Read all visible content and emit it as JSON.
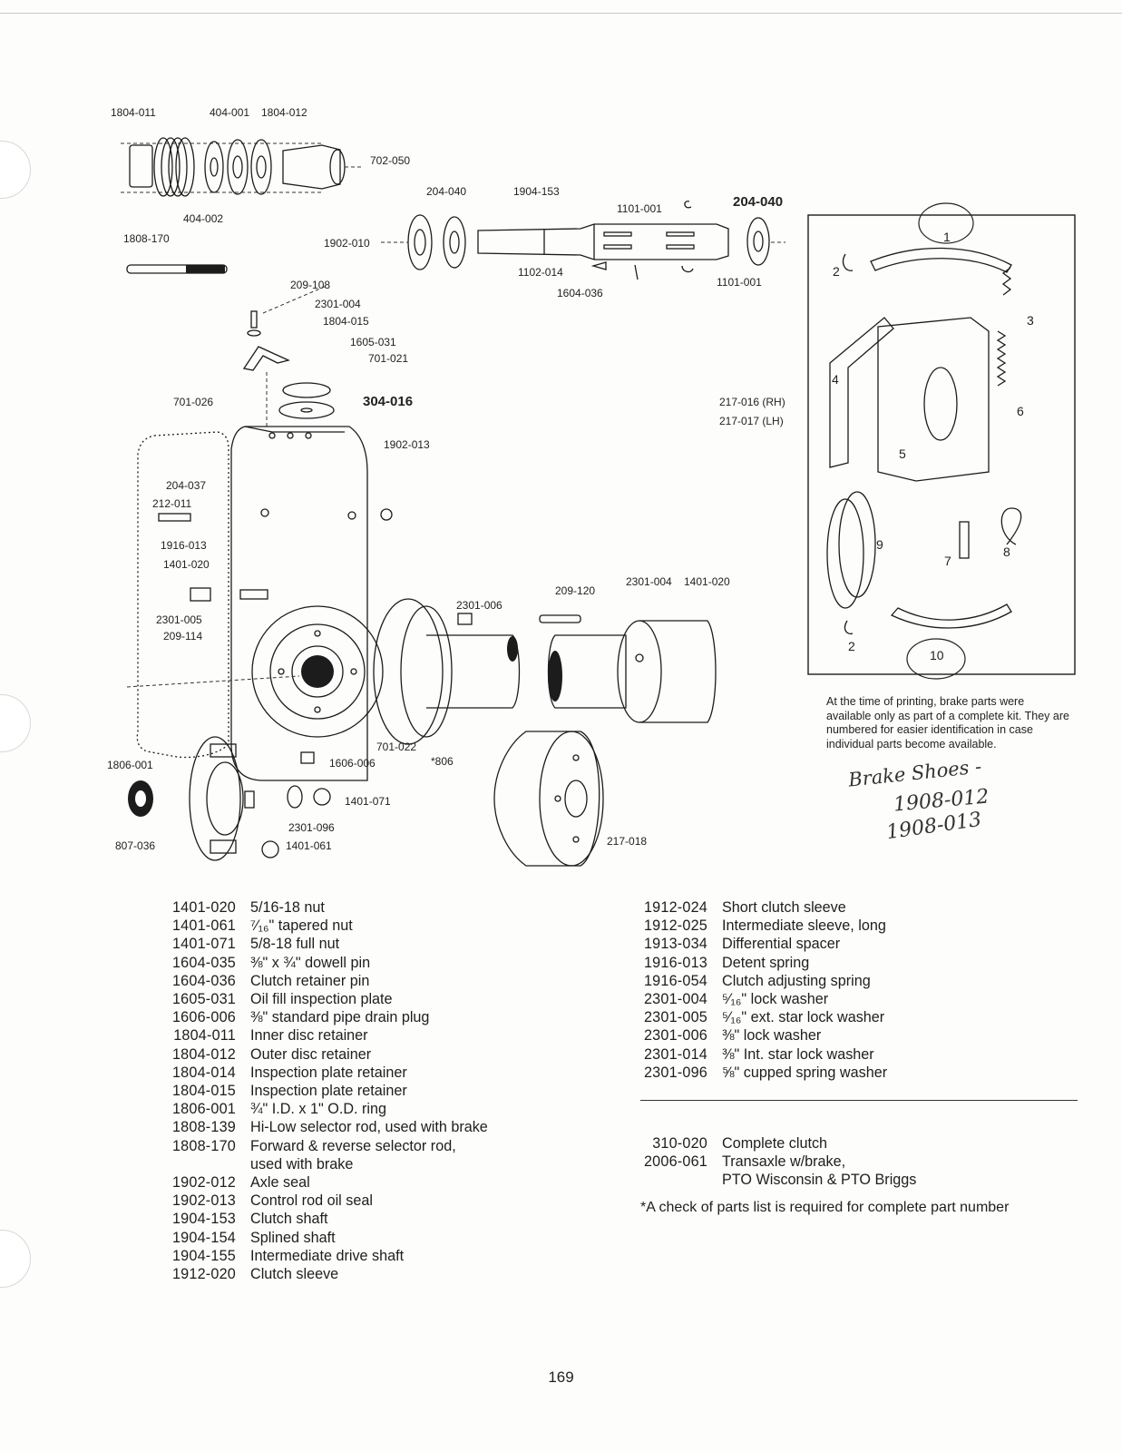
{
  "diagram": {
    "callouts": {
      "c1804_011": "1804-011",
      "c404_001": "404-001",
      "c1804_012": "1804-012",
      "c702_050": "702-050",
      "c404_002": "404-002",
      "c1808_170": "1808-170",
      "c204_040a": "204-040",
      "c1904_153": "1904-153",
      "c1101_001a": "1101-001",
      "c204_040b": "204-040",
      "c1902_010": "1902-010",
      "c1102_014": "1102-014",
      "c1604_036": "1604-036",
      "c1101_001b": "1101-001",
      "c209_108": "209-108",
      "c2301_004a": "2301-004",
      "c1804_015": "1804-015",
      "c1605_031": "1605-031",
      "c701_021": "701-021",
      "c701_026": "701-026",
      "c304_016": "304-016",
      "c1902_013": "1902-013",
      "c204_037": "204-037",
      "c212_011": "212-011",
      "c1916_013": "1916-013",
      "c1401_020a": "1401-020",
      "c2301_005": "2301-005",
      "c209_114": "209-114",
      "c2301_006": "2301-006",
      "c209_120": "209-120",
      "c2301_004b": "2301-004",
      "c1401_020b": "1401-020",
      "c701_022": "701-022",
      "c806": "*806",
      "c1806_001": "1806-001",
      "c1606_006": "1606-006",
      "c1401_071": "1401-071",
      "c2301_096": "2301-096",
      "c807_036": "807-036",
      "c1401_061": "1401-061",
      "c217_018": "217-018",
      "c217_016": "217-016 (RH)",
      "c217_017": "217-017 (LH)"
    },
    "brake_kit_numbers": [
      "1",
      "2",
      "3",
      "4",
      "5",
      "6",
      "7",
      "8",
      "9",
      "2",
      "10"
    ]
  },
  "brake_note": "At the time of printing, brake parts were available only as part of a complete kit. They are numbered for easier identification in case individual parts become available.",
  "handwritten": {
    "line1": "Brake Shoes -",
    "line2": "1908-012",
    "line3": "1908-013"
  },
  "parts_left": [
    {
      "pn": "1401-020",
      "desc": "5/16-18 nut"
    },
    {
      "pn": "1401-061",
      "desc": "⁷⁄₁₆\" tapered nut"
    },
    {
      "pn": "1401-071",
      "desc": "5/8-18 full nut"
    },
    {
      "pn": "1604-035",
      "desc": "⅜\" x ¾\" dowell pin"
    },
    {
      "pn": "1604-036",
      "desc": "Clutch retainer pin"
    },
    {
      "pn": "1605-031",
      "desc": "Oil fill inspection plate"
    },
    {
      "pn": "1606-006",
      "desc": "⅜\" standard pipe drain plug"
    },
    {
      "pn": "1804-011",
      "desc": "Inner disc retainer"
    },
    {
      "pn": "1804-012",
      "desc": "Outer disc retainer"
    },
    {
      "pn": "1804-014",
      "desc": "Inspection plate retainer"
    },
    {
      "pn": "1804-015",
      "desc": "Inspection plate retainer"
    },
    {
      "pn": "1806-001",
      "desc": "¾\" I.D. x 1\" O.D. ring"
    },
    {
      "pn": "1808-139",
      "desc": "Hi-Low selector rod, used with brake"
    },
    {
      "pn": "1808-170",
      "desc": "Forward & reverse selector rod,",
      "desc2": "used with brake"
    },
    {
      "pn": "1902-012",
      "desc": "Axle seal"
    },
    {
      "pn": "1902-013",
      "desc": "Control rod oil seal"
    },
    {
      "pn": "1904-153",
      "desc": "Clutch shaft"
    },
    {
      "pn": "1904-154",
      "desc": "Splined shaft"
    },
    {
      "pn": "1904-155",
      "desc": "Intermediate drive shaft"
    },
    {
      "pn": "1912-020",
      "desc": "Clutch sleeve"
    }
  ],
  "parts_right": [
    {
      "pn": "1912-024",
      "desc": "Short clutch sleeve"
    },
    {
      "pn": "1912-025",
      "desc": "Intermediate sleeve, long"
    },
    {
      "pn": "1913-034",
      "desc": "Differential spacer"
    },
    {
      "pn": "1916-013",
      "desc": "Detent spring"
    },
    {
      "pn": "1916-054",
      "desc": "Clutch adjusting spring"
    },
    {
      "pn": "2301-004",
      "desc": "⁵⁄₁₆\" lock washer"
    },
    {
      "pn": "2301-005",
      "desc": "⁵⁄₁₆\" ext. star lock washer"
    },
    {
      "pn": "2301-006",
      "desc": "⅜\" lock washer"
    },
    {
      "pn": "2301-014",
      "desc": "⅜\" Int. star lock washer"
    },
    {
      "pn": "2301-096",
      "desc": "⅝\" cupped spring washer"
    }
  ],
  "kits": [
    {
      "pn": "310-020",
      "desc": "Complete clutch"
    },
    {
      "pn": "2006-061",
      "desc": "Transaxle w/brake,",
      "desc2": "PTO Wisconsin & PTO Briggs"
    }
  ],
  "footnote": "*A check of parts list is required for complete part number",
  "page_number": "169"
}
